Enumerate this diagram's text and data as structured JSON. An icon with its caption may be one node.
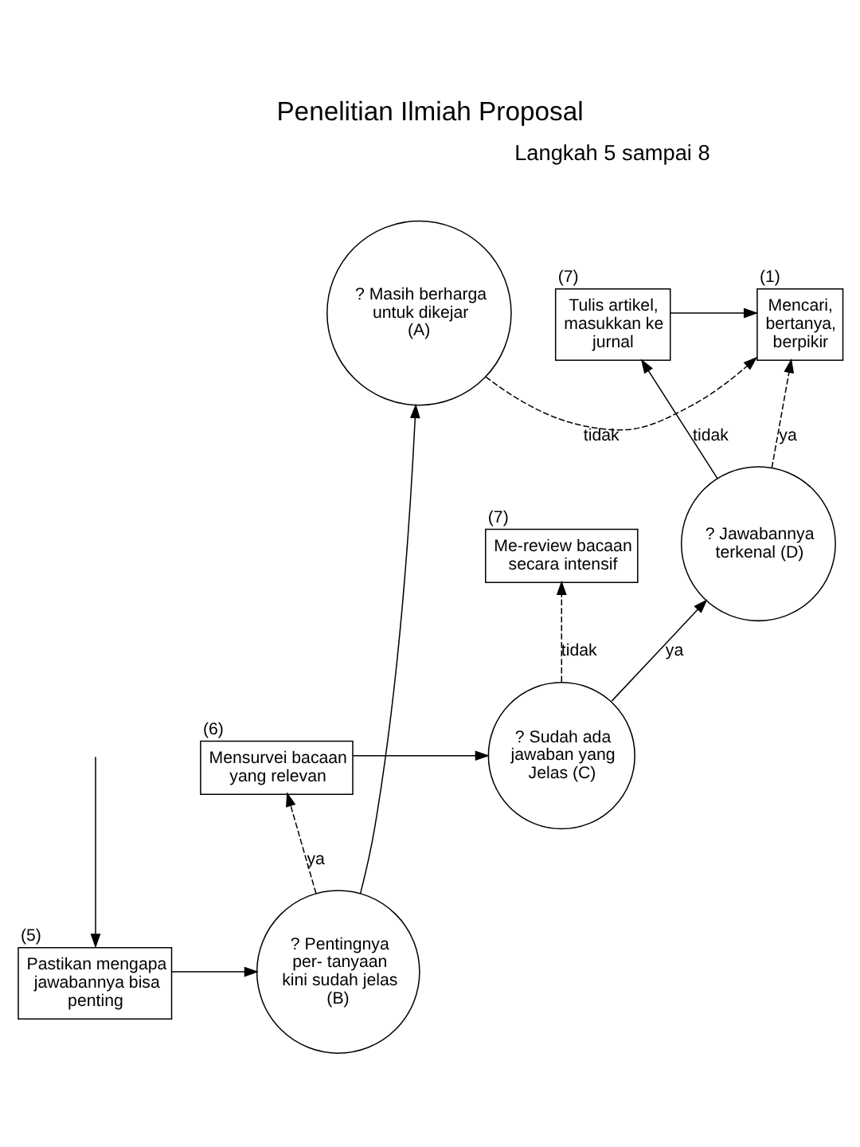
{
  "diagram": {
    "title": "Penelitian Ilmiah Proposal",
    "nodes": [
      {
        "text": [
          "Tulis artikel, masukkan ke jurnal"
        ],
        "beside": [
          "(7)"
        ]
      },
      {
        "text": [
          "Mencari, bertanya, berpikir"
        ],
        "beside": [
          "(1)"
        ]
      },
      {
        "text": [
          "? Masih berharga untuk dikejar (A)"
        ]
      },
      {
        "text": [
          "? Jawabannya terkenal (D)"
        ]
      },
      {
        "text": [
          "Pastikan mengapa jawabannya bisa penting"
        ],
        "beside": [
          "(5)"
        ]
      },
      {
        "text": [
          "? Pentingnya per- tanyaan kini sudah jelas (B)"
        ]
      },
      {
        "text": [
          "? Sudah ada jawaban yang Jelas (C)"
        ]
      },
      {
        "text": [
          "Mensurvei bacaan yang relevan"
        ],
        "beside": [
          "(6)"
        ]
      },
      {
        "text": [
          "Me-review bacaan secara intensif"
        ],
        "beside": [
          "(7)"
        ]
      }
    ],
    "edges": [
      {
        "from": 0,
        "to": 1,
        "arrow": "to"
      },
      {
        "from": 3,
        "to": 1,
        "arrow": "to",
        "label": "ya",
        "style": "dashed"
      },
      {
        "from": 2,
        "to": 1,
        "arrow": "to",
        "label": "tidak",
        "style": "dashed"
      },
      {
        "from": 3,
        "to": 0,
        "arrow": "to",
        "label": "tidak"
      },
      {
        "from": 5,
        "to": 2,
        "arrow": "to"
      },
      {
        "from": null,
        "to": 4,
        "arrow": "to"
      },
      {
        "from": 4,
        "to": 5,
        "arrow": "to"
      },
      {
        "from": 5,
        "to": 7,
        "arrow": "to",
        "label": "ya",
        "style": "dashed"
      },
      {
        "from": 7,
        "to": 6,
        "arrow": "to"
      },
      {
        "from": 6,
        "to": 3,
        "arrow": "to",
        "label": "ya"
      },
      {
        "from": 6,
        "to": 8,
        "arrow": "to",
        "label": "tidak",
        "style": "dashed"
      }
    ],
    "labels": [
      "Langkah 5 sampai 8"
    ]
  }
}
